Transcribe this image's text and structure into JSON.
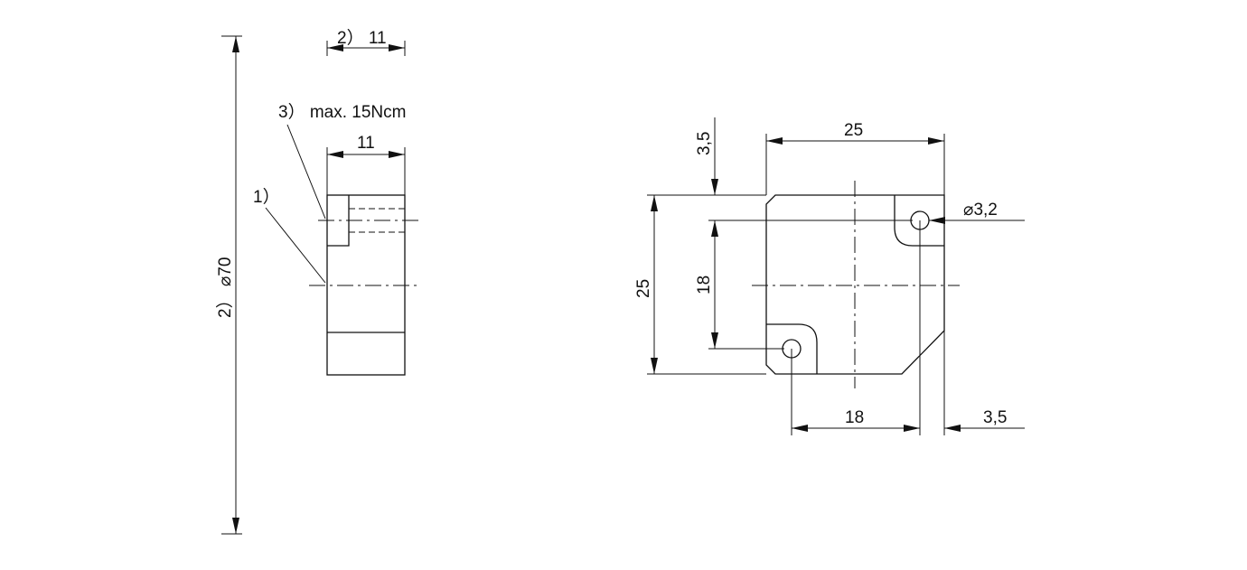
{
  "labels": {
    "overall_diameter": "2）  ⌀70",
    "top_width_note": "2）  11",
    "torque_note": "3）  max. 15Ncm",
    "side_width": "11",
    "note_1": "1）",
    "front_width": "25",
    "front_height": "25",
    "hole_offset_top": "3,5",
    "hole_spacing_vertical": "18",
    "hole_spacing_horizontal": "18",
    "hole_offset_right": "3,5",
    "hole_diameter": "⌀3,2"
  }
}
